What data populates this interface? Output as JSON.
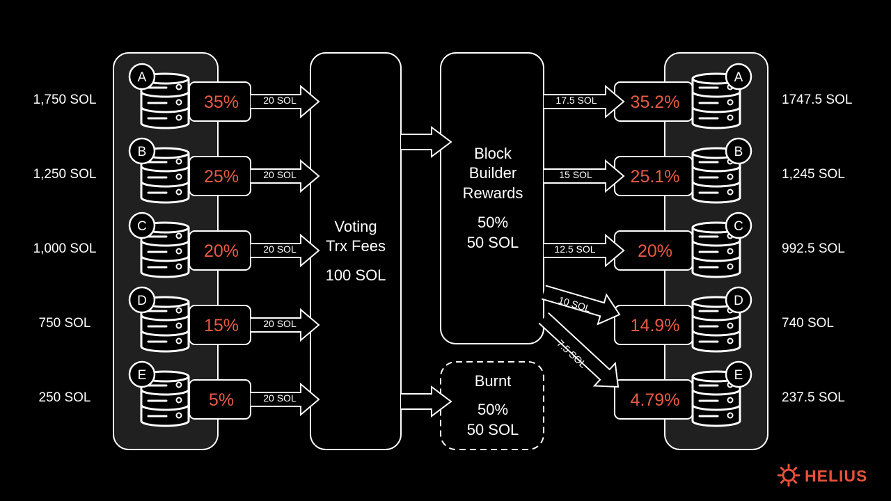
{
  "left_validators": [
    {
      "letter": "A",
      "stake": "1,750 SOL",
      "percent": "35%",
      "fee": "20 SOL"
    },
    {
      "letter": "B",
      "stake": "1,250 SOL",
      "percent": "25%",
      "fee": "20 SOL"
    },
    {
      "letter": "C",
      "stake": "1,000 SOL",
      "percent": "20%",
      "fee": "20 SOL"
    },
    {
      "letter": "D",
      "stake": "750 SOL",
      "percent": "15%",
      "fee": "20 SOL"
    },
    {
      "letter": "E",
      "stake": "250 SOL",
      "percent": "5%",
      "fee": "20 SOL"
    }
  ],
  "right_validators": [
    {
      "letter": "A",
      "stake": "1747.5 SOL",
      "percent": "35.2%",
      "reward": "17.5 SOL"
    },
    {
      "letter": "B",
      "stake": "1,245 SOL",
      "percent": "25.1%",
      "reward": "15 SOL"
    },
    {
      "letter": "C",
      "stake": "992.5 SOL",
      "percent": "20%",
      "reward": "12.5 SOL"
    },
    {
      "letter": "D",
      "stake": "740 SOL",
      "percent": "14.9%",
      "reward": "10 SOL"
    },
    {
      "letter": "E",
      "stake": "237.5 SOL",
      "percent": "4.79%",
      "reward": "7.5 SOL"
    }
  ],
  "voting_box": {
    "line1": "Voting",
    "line2": "Trx Fees",
    "amount": "100 SOL"
  },
  "builder_box": {
    "line1": "Block",
    "line2": "Builder",
    "line3": "Rewards",
    "share": "50%",
    "amount": "50 SOL"
  },
  "burnt_box": {
    "label": "Burnt",
    "share": "50%",
    "amount": "50 SOL"
  },
  "logo": {
    "text": "HELIUS",
    "color": "#e8523a"
  },
  "colors": {
    "percent": "#e65b45",
    "background": "#000000",
    "stroke": "#ffffff"
  }
}
